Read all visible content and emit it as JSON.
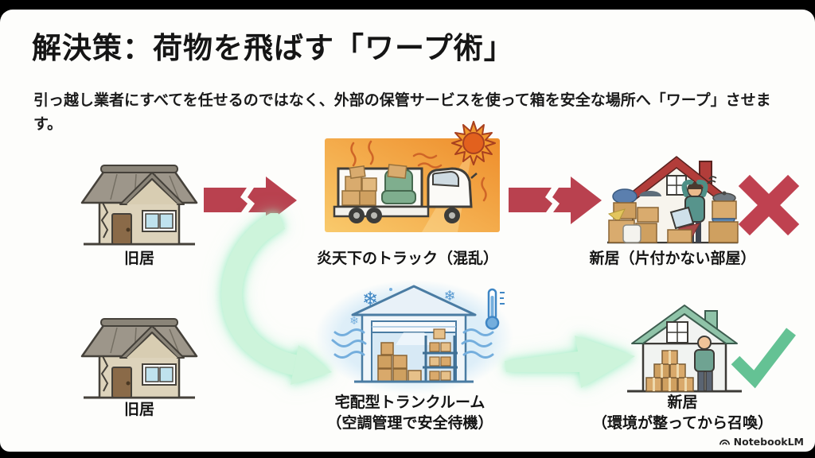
{
  "header": {
    "title": "解決策：荷物を飛ばす「ワープ術」",
    "subtitle": "引っ越し業者にすべてを任せるのではなく、外部の保管サービスを使って箱を安全な場所へ「ワープ」させます。"
  },
  "problem_flow": {
    "source_label": "旧居",
    "truck_label": "炎天下のトラック（混乱）",
    "destination_label": "新居（片付かない部屋）",
    "result_icon": "red-cross-icon",
    "connector_icon": "broken-red-arrow-icon"
  },
  "solution_flow": {
    "source_label": "旧居",
    "storage_label_line1": "宅配型トランクルーム",
    "storage_label_line2": "（空調管理で安全待機）",
    "destination_label_line1": "新居",
    "destination_label_line2": "（環境が整ってから召喚）",
    "result_icon": "green-check-icon",
    "connector_icon": "green-warp-arrow-icon"
  },
  "footer": {
    "brand": "NotebookLM"
  },
  "colors": {
    "problem_arrow": "#b9414f",
    "cross": "#bf4150",
    "check": "#64c294",
    "solution_arrow": "#cdf4db",
    "heat_panel_light": "#f9ca6c",
    "heat_panel_deep": "#ee8d2b",
    "cold_glow": "#d8ecf8"
  }
}
